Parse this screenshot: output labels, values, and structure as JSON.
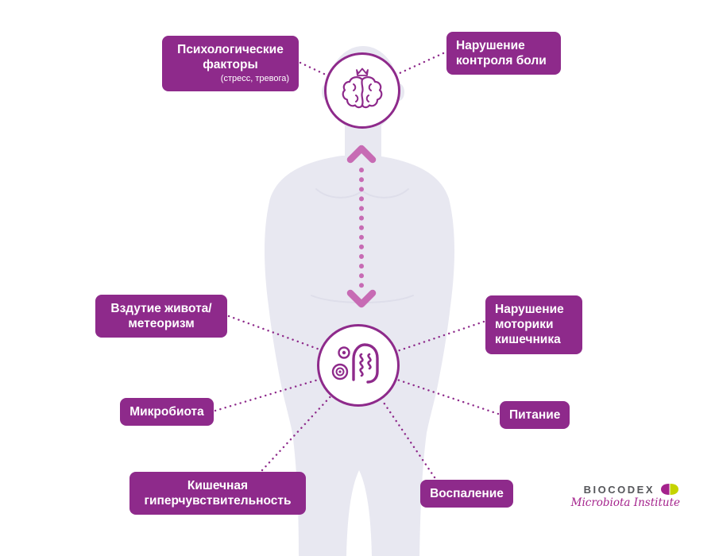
{
  "colors": {
    "accent_magenta": "#8E2A8B",
    "arrow_pink": "#C76BB4",
    "silhouette": "#E8E8F1",
    "logo_gray": "#55565A",
    "logo_green": "#C5D300",
    "logo_magenta": "#A4228C"
  },
  "boxes": {
    "psych": {
      "line1": "Психологические",
      "line2": "факторы",
      "sub": "(стресс, тревога)"
    },
    "pain": {
      "line1": "Нарушение",
      "line2": "контроля боли"
    },
    "bloating": {
      "line1": "Вздутие живота/",
      "line2": "метеоризм"
    },
    "motility": {
      "line1": "Нарушение",
      "line2": "моторики",
      "line3": "кишечника"
    },
    "microbiota": {
      "label": "Микробиота"
    },
    "nutrition": {
      "label": "Питание"
    },
    "hypersensitivity": {
      "line1": "Кишечная",
      "line2": "гиперчувствительность"
    },
    "inflammation": {
      "label": "Воспаление"
    }
  },
  "icons": {
    "brain": "brain-with-crown",
    "gut": "intestine-with-microbes",
    "arrow": "two-way-dotted-arrow"
  },
  "logo": {
    "brand": "BIOCODEX",
    "subtitle": "Microbiota Institute"
  }
}
